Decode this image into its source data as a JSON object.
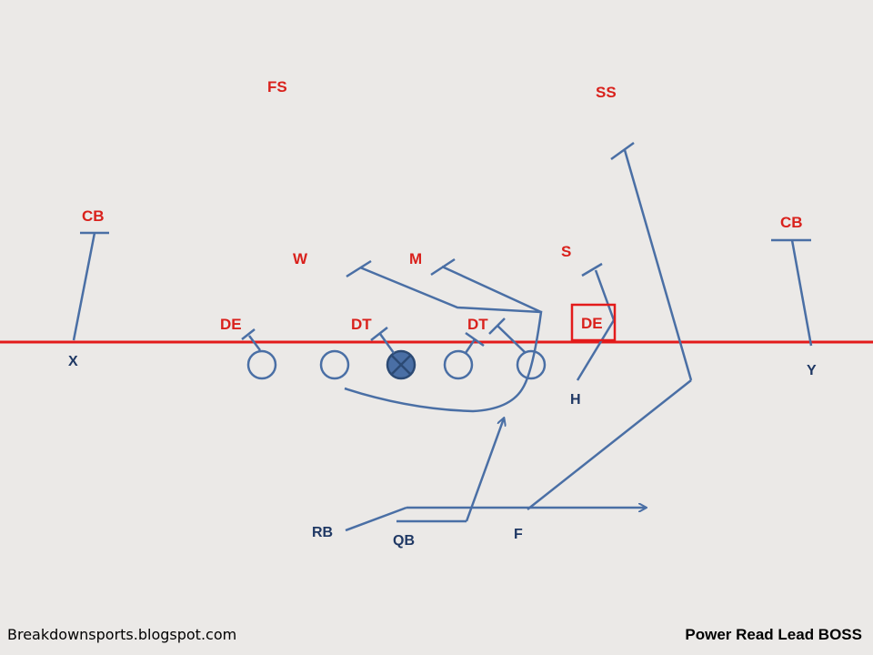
{
  "defense": {
    "fs": "FS",
    "ss": "SS",
    "cb_left": "CB",
    "cb_right": "CB",
    "w": "W",
    "m": "M",
    "s": "S",
    "de_left": "DE",
    "dt_left": "DT",
    "dt_right": "DT",
    "de_right": "DE"
  },
  "offense": {
    "x": "X",
    "y": "Y",
    "h": "H",
    "rb": "RB",
    "qb": "QB",
    "f": "F"
  },
  "colors": {
    "defense": "#d9211c",
    "offense": "#1f3864",
    "lines": "#4a6fa5",
    "center_fill": "#4a6fa5"
  },
  "footer": {
    "site": "Breakdownsports.blogspot.com",
    "play_name": "Power Read Lead BOSS"
  }
}
